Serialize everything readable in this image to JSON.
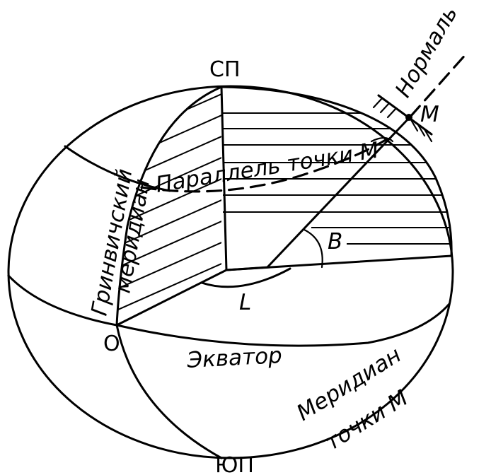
{
  "labels": {
    "north_pole": "СП",
    "south_pole": "ЮП",
    "origin": "O",
    "point_m": "M",
    "normal": "Нормаль",
    "parallel": "Параллель точки M",
    "greenwich_line1": "Гринвичский",
    "greenwich_line2": "меридиан",
    "equator": "Экватор",
    "meridian_line1": "Меридиан",
    "meridian_line2": "точки M",
    "latitude": "B",
    "longitude": "L"
  },
  "colors": {
    "ink": "#000000",
    "paper": "#ffffff"
  }
}
